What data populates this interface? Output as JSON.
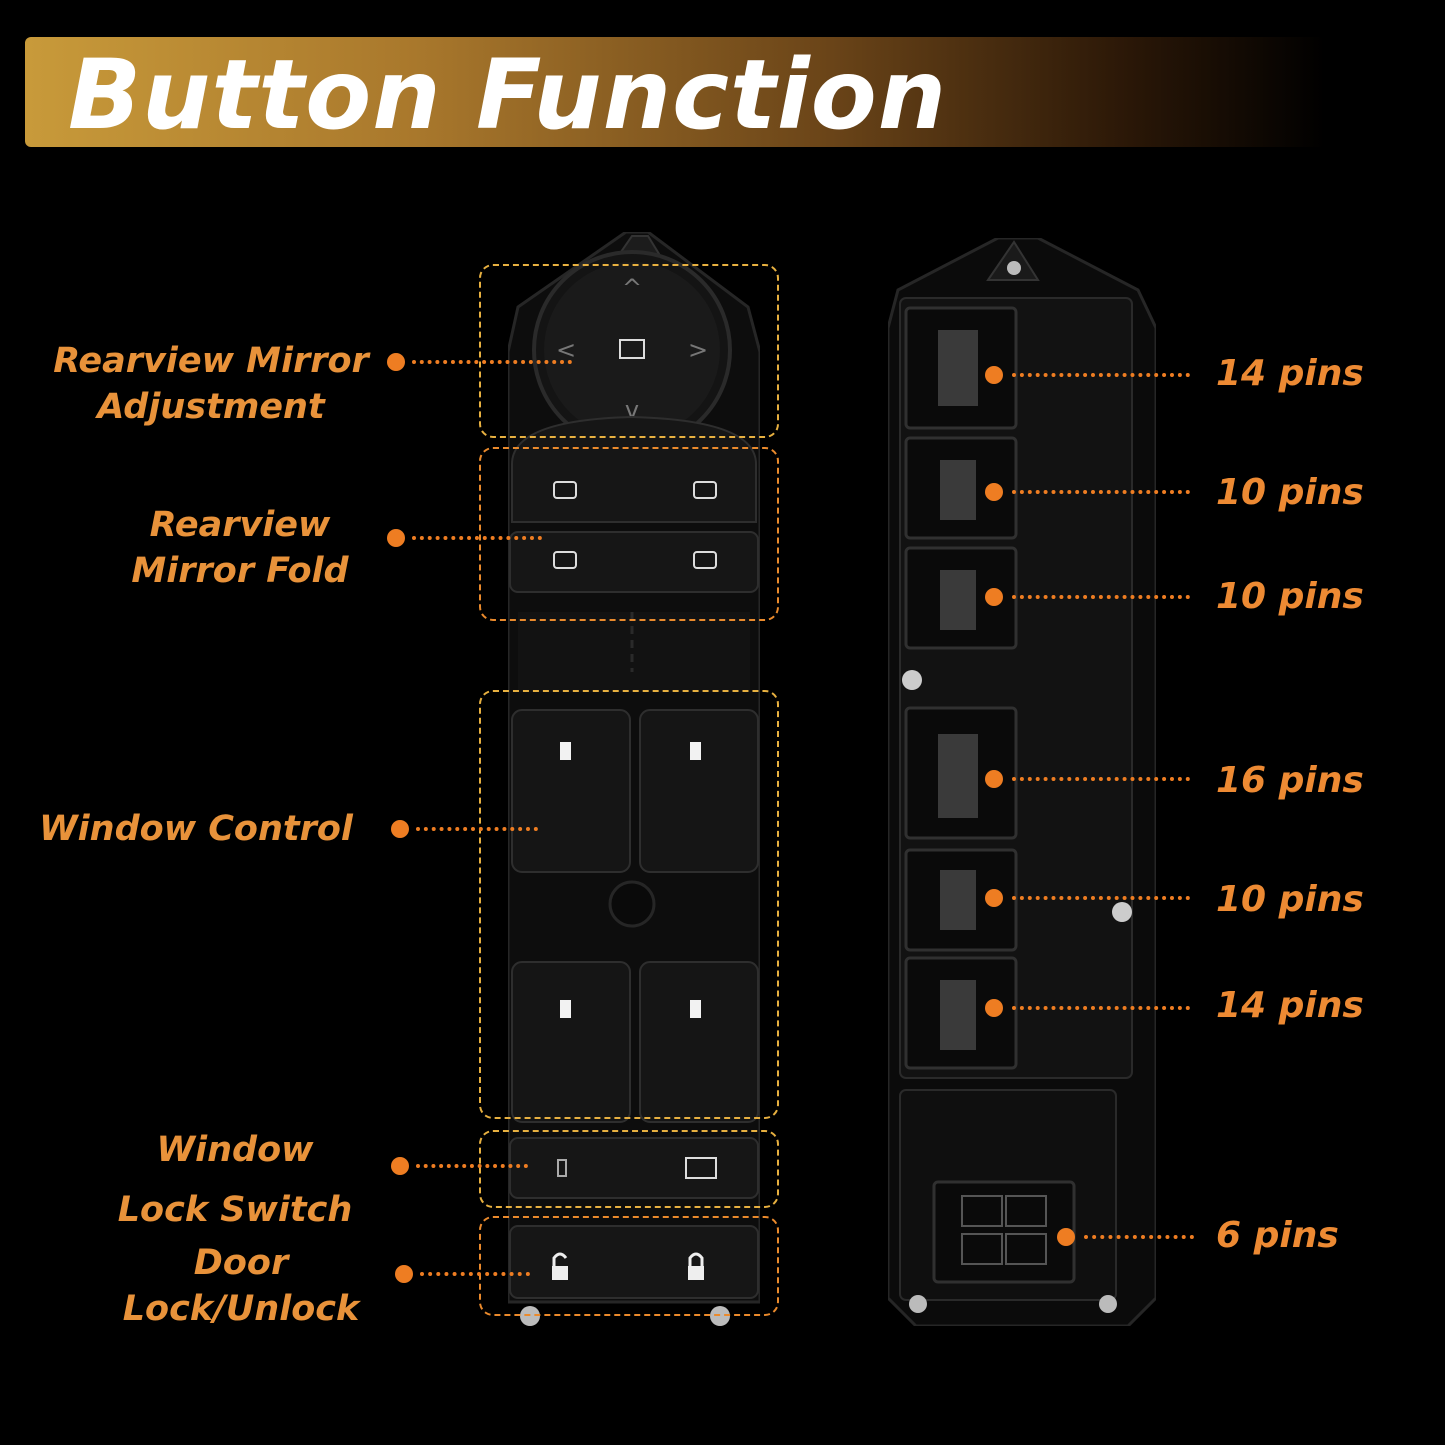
{
  "title": "Button Function",
  "callouts_left": [
    {
      "id": "mirror-adjust",
      "lines": [
        "Rearview Mirror",
        "Adjustment"
      ]
    },
    {
      "id": "mirror-fold",
      "lines": [
        "Rearview",
        "Mirror Fold"
      ]
    },
    {
      "id": "window-control",
      "lines": [
        "Window Control"
      ]
    },
    {
      "id": "window-lock",
      "lines": [
        "Window",
        "Lock Switch"
      ]
    },
    {
      "id": "door-lock",
      "lines": [
        "Door",
        "Lock/Unlock"
      ]
    }
  ],
  "pins_right": [
    "14 pins",
    "10 pins",
    "10 pins",
    "16 pins",
    "10 pins",
    "14 pins",
    "6 pins"
  ],
  "colors": {
    "accent": "#ee7d22",
    "frame": "#e7b040",
    "banner_start": "#c89a3a"
  }
}
